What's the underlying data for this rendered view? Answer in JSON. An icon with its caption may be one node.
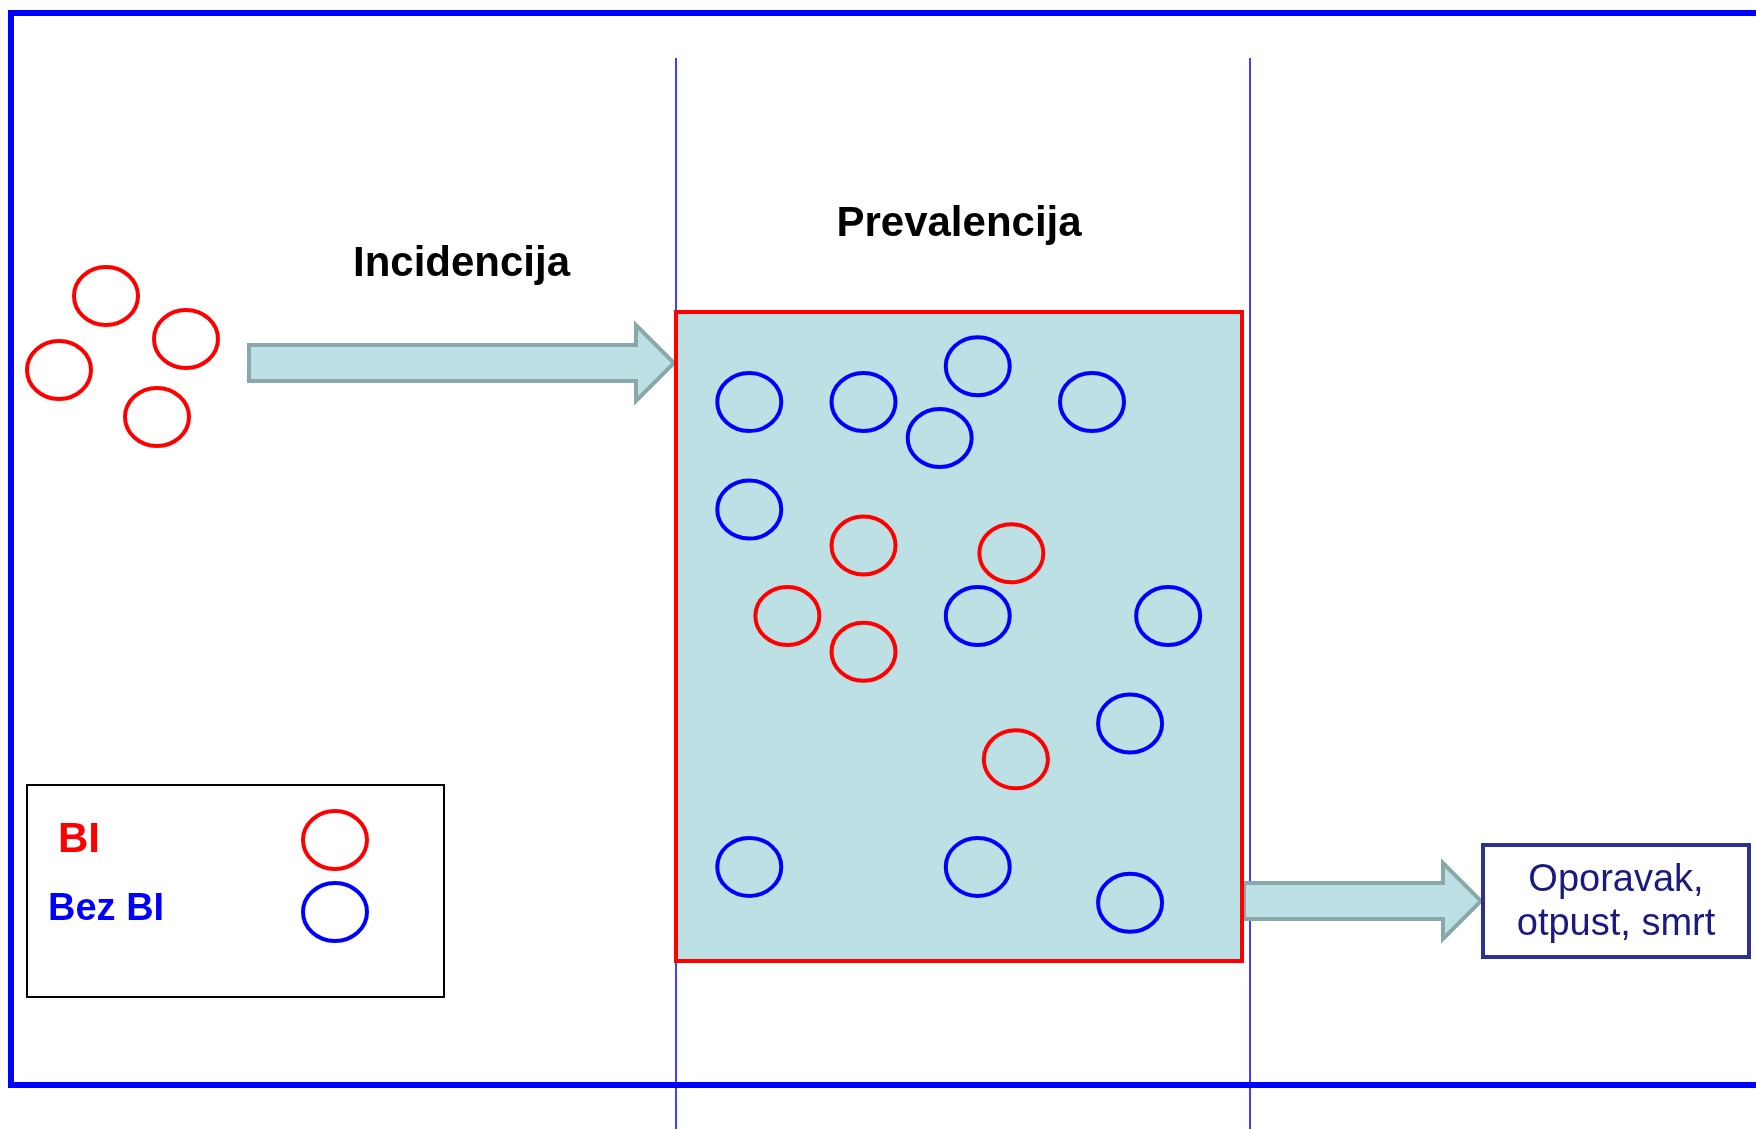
{
  "diagram": {
    "nodes": [
      {
        "text": [
          "Prevalencija"
        ]
      },
      {
        "text": [
          "Oporavak, otpust, smrt"
        ]
      }
    ],
    "edges": [
      {
        "from": null,
        "to": 0,
        "arrow": "to",
        "label": "Incidencija"
      },
      {
        "from": 0,
        "to": 1,
        "arrow": "to"
      }
    ],
    "legend": [
      {
        "text": "BI",
        "color": "#ff0000"
      },
      {
        "text": "Bez BI",
        "color": "#0000ff"
      }
    ]
  }
}
